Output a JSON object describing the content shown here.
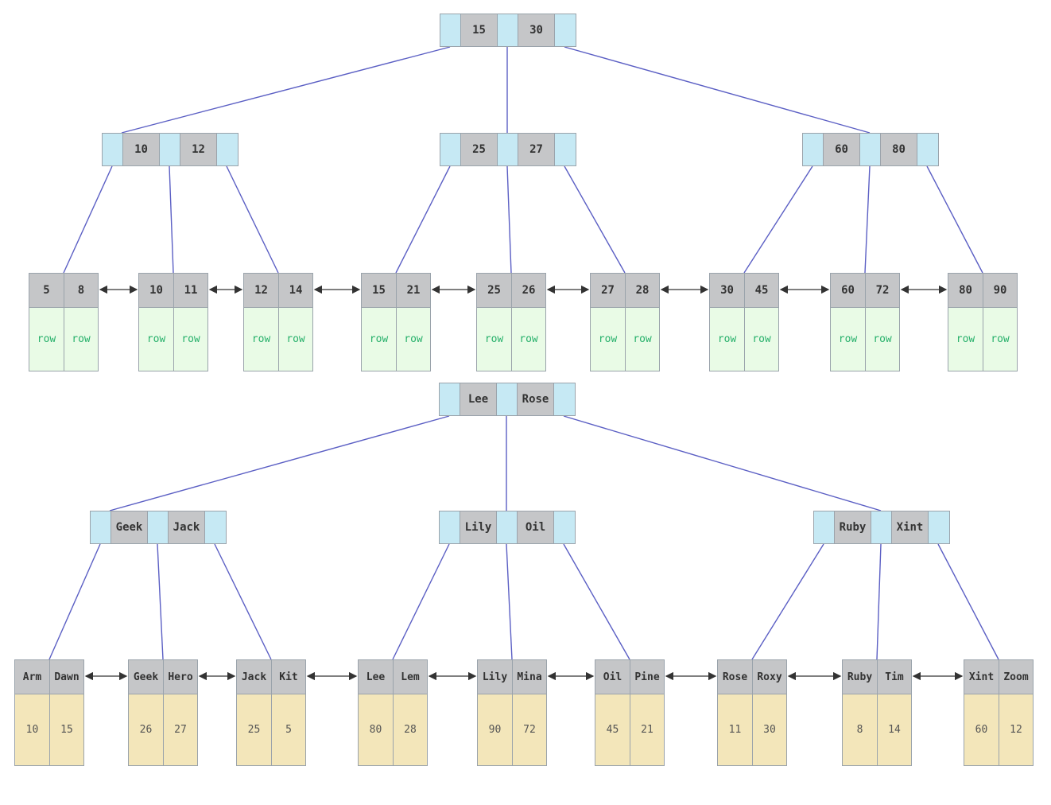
{
  "tree1": {
    "root": [
      "15",
      "30"
    ],
    "internal": [
      [
        "10",
        "12"
      ],
      [
        "25",
        "27"
      ],
      [
        "60",
        "80"
      ]
    ],
    "leaves": [
      {
        "keys": [
          "5",
          "8"
        ],
        "values": [
          "row",
          "row"
        ]
      },
      {
        "keys": [
          "10",
          "11"
        ],
        "values": [
          "row",
          "row"
        ]
      },
      {
        "keys": [
          "12",
          "14"
        ],
        "values": [
          "row",
          "row"
        ]
      },
      {
        "keys": [
          "15",
          "21"
        ],
        "values": [
          "row",
          "row"
        ]
      },
      {
        "keys": [
          "25",
          "26"
        ],
        "values": [
          "row",
          "row"
        ]
      },
      {
        "keys": [
          "27",
          "28"
        ],
        "values": [
          "row",
          "row"
        ]
      },
      {
        "keys": [
          "30",
          "45"
        ],
        "values": [
          "row",
          "row"
        ]
      },
      {
        "keys": [
          "60",
          "72"
        ],
        "values": [
          "row",
          "row"
        ]
      },
      {
        "keys": [
          "80",
          "90"
        ],
        "values": [
          "row",
          "row"
        ]
      }
    ]
  },
  "tree2": {
    "root": [
      "Lee",
      "Rose"
    ],
    "internal": [
      [
        "Geek",
        "Jack"
      ],
      [
        "Lily",
        "Oil"
      ],
      [
        "Ruby",
        "Xint"
      ]
    ],
    "leaves": [
      {
        "keys": [
          "Arm",
          "Dawn"
        ],
        "values": [
          "10",
          "15"
        ]
      },
      {
        "keys": [
          "Geek",
          "Hero"
        ],
        "values": [
          "26",
          "27"
        ]
      },
      {
        "keys": [
          "Jack",
          "Kit"
        ],
        "values": [
          "25",
          "5"
        ]
      },
      {
        "keys": [
          "Lee",
          "Lem"
        ],
        "values": [
          "80",
          "28"
        ]
      },
      {
        "keys": [
          "Lily",
          "Mina"
        ],
        "values": [
          "90",
          "72"
        ]
      },
      {
        "keys": [
          "Oil",
          "Pine"
        ],
        "values": [
          "45",
          "21"
        ]
      },
      {
        "keys": [
          "Rose",
          "Roxy"
        ],
        "values": [
          "11",
          "30"
        ]
      },
      {
        "keys": [
          "Ruby",
          "Tim"
        ],
        "values": [
          "8",
          "14"
        ]
      },
      {
        "keys": [
          "Xint",
          "Zoom"
        ],
        "values": [
          "60",
          "12"
        ]
      }
    ]
  },
  "colors": {
    "pointer": "#c6e9f4",
    "key": "#c5c6c8",
    "row_cell": "#e9fbe6",
    "row_text": "#26b06a",
    "value_cell": "#f3e6ba",
    "link_line": "#5b5fc4",
    "leaf_arrow": "#333333"
  }
}
